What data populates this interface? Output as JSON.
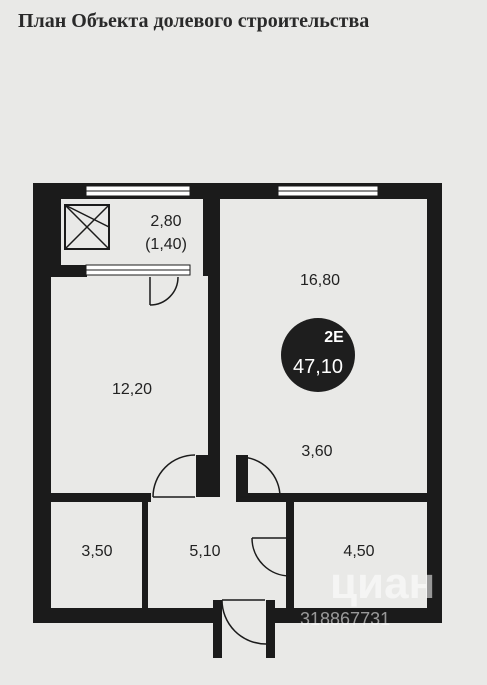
{
  "title": "План Объекта долевого строительства",
  "rooms": {
    "balcony": {
      "area": "2,80",
      "area_note": "(1,40)"
    },
    "room_left": {
      "area": "12,20"
    },
    "room_right": {
      "area": "16,80"
    },
    "kitchen_zone": {
      "area": "3,60"
    },
    "bathroom": {
      "area": "3,50"
    },
    "hallway": {
      "area": "5,10"
    },
    "storage": {
      "area": "4,50"
    }
  },
  "badge": {
    "type": "2E",
    "total_area": "47,10",
    "color": "#1e1e1e"
  },
  "watermark": {
    "brand": "циан",
    "listing_id": "318867731"
  }
}
